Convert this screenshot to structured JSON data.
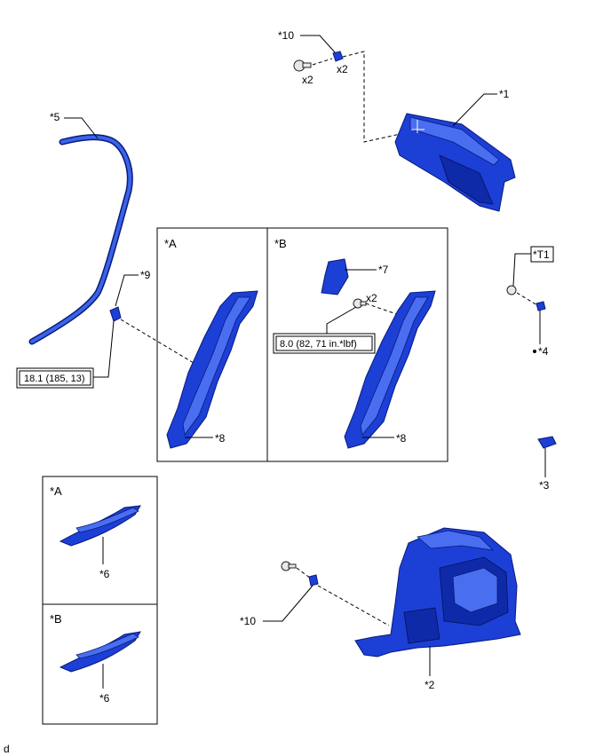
{
  "labels": {
    "p1": "*1",
    "p2": "*2",
    "p3": "*3",
    "p4": "*4",
    "p5": "*5",
    "p6a": "*6",
    "p6b": "*6",
    "p7": "*7",
    "p8a": "*8",
    "p8b": "*8",
    "p9": "*9",
    "p10top": "*10",
    "p10bottom": "*10",
    "t1": "*T1",
    "qty_bolt_top": "x2",
    "qty_clip_top": "x2",
    "qty_screw_b": "x2"
  },
  "panels": {
    "a_upper": "*A",
    "b_upper": "*B",
    "a_lower": "*A",
    "b_lower": "*B"
  },
  "torque": {
    "spec_9": "18.1 (185, 13)",
    "spec_b": "8.0 (82, 71 in.*lbf)"
  },
  "footer": {
    "code": "d"
  },
  "colors": {
    "part_blue": "#1c3fd6"
  }
}
